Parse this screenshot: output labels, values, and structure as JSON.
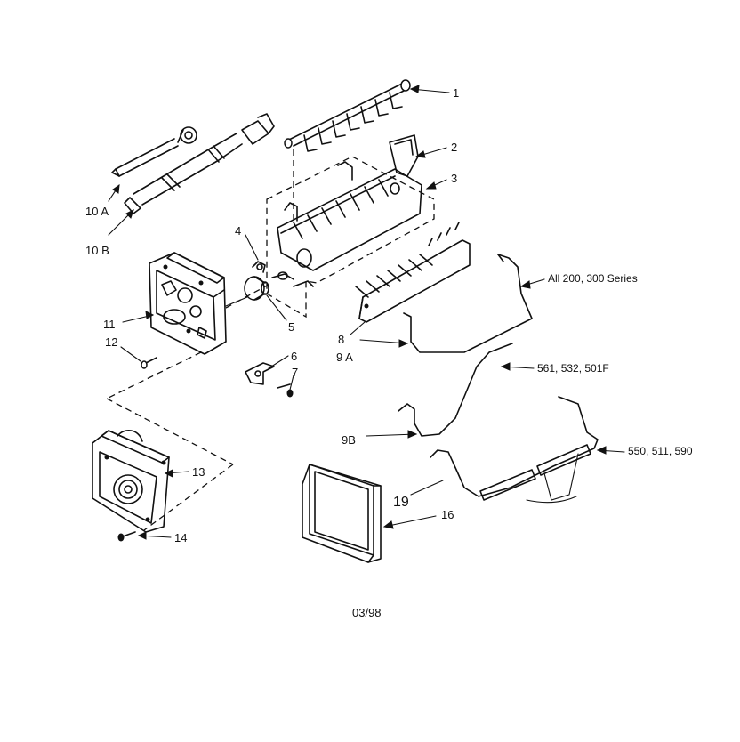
{
  "labels": {
    "p1": "1",
    "p2": "2",
    "p3": "3",
    "p4": "4",
    "p5": "5",
    "p6": "6",
    "p7": "7",
    "p8": "8",
    "p9a": "9 A",
    "p9b": "9B",
    "p10a": "10 A",
    "p10b": "10 B",
    "p11": "11",
    "p12": "12",
    "p13": "13",
    "p14": "14",
    "p16": "16",
    "p19": "19"
  },
  "callouts": {
    "series_all": "All 200, 300 Series",
    "series_561": "561, 532, 501F",
    "series_550": "550,  511,  590"
  },
  "footer": {
    "date_code": "03/98"
  }
}
